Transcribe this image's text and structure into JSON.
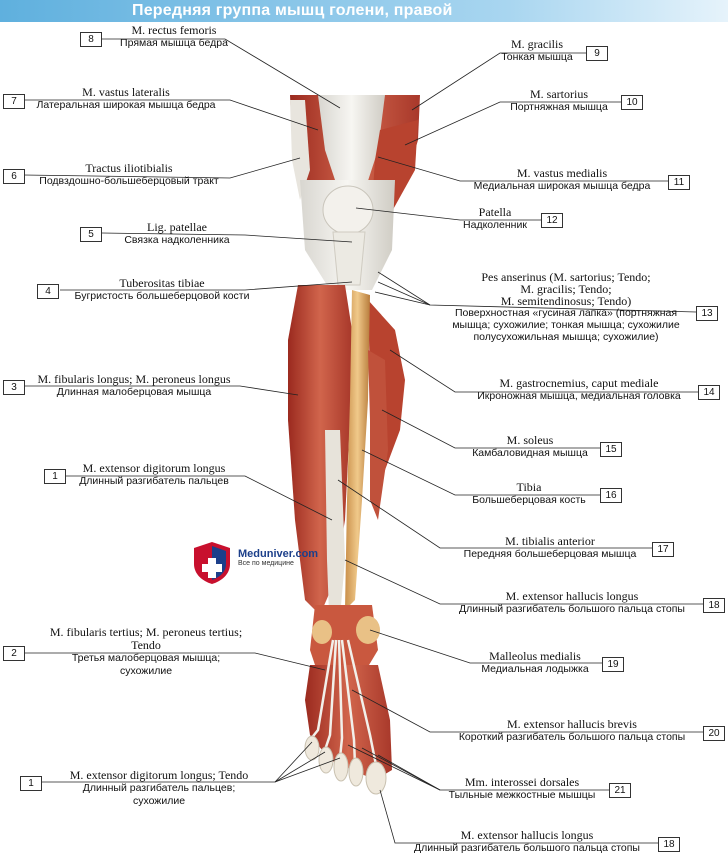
{
  "title": "Передняя группа мышц голени, правой",
  "logo": {
    "name": "Meduniver.com",
    "tagline": "Все по медицине"
  },
  "labels": [
    {
      "id": "8a",
      "num": "8",
      "la": "M. rectus femoris",
      "ru": "Прямая мышца бедра"
    },
    {
      "id": "9a",
      "num": "9",
      "la": "M. gracilis",
      "ru": "Тонкая мышца"
    },
    {
      "id": "7a",
      "num": "7",
      "la": "M. vastus lateralis",
      "ru": "Латеральная широкая мышца бедра"
    },
    {
      "id": "10a",
      "num": "10",
      "la": "M. sartorius",
      "ru": "Портняжная мышца"
    },
    {
      "id": "6a",
      "num": "6",
      "la": "Tractus iliotibialis",
      "ru": "Подвздошно-большеберцовый тракт"
    },
    {
      "id": "11a",
      "num": "11",
      "la": "M. vastus medialis",
      "ru": "Медиальная широкая мышца бедра"
    },
    {
      "id": "12a",
      "num": "12",
      "la": "Patella",
      "ru": "Надколенник"
    },
    {
      "id": "5a",
      "num": "5",
      "la": "Lig. patellae",
      "ru": "Связка надколенника"
    },
    {
      "id": "4a",
      "num": "4",
      "la": "Tuberositas tibiae",
      "ru": "Бугристость большеберцовой кости"
    },
    {
      "id": "13a",
      "num": "13",
      "la1": "Pes anserinus (M. sartorius; Tendo;",
      "la2": "M. gracilis; Tendo;",
      "la3": "M. semitendinosus; Tendo)",
      "ru1": "Поверхностная «гусиная лапка» (портняжная",
      "ru2": "мышца; сухожилие; тонкая мышца; сухожилие",
      "ru3": "полусухожильная мышца; сухожилие)"
    },
    {
      "id": "3a",
      "num": "3",
      "la": "M. fibularis longus; M. peroneus longus",
      "ru": "Длинная малоберцовая мышца"
    },
    {
      "id": "14a",
      "num": "14",
      "la": "M. gastrocnemius, caput mediale",
      "ru": "Икроножная мышца, медиальная головка"
    },
    {
      "id": "15a",
      "num": "15",
      "la": "M. soleus",
      "ru": "Камбаловидная мышца"
    },
    {
      "id": "1a",
      "num": "1",
      "la": "M. extensor digitorum longus",
      "ru": "Длинный разгибатель пальцев"
    },
    {
      "id": "16a",
      "num": "16",
      "la": "Tibia",
      "ru": "Большеберцовая кость"
    },
    {
      "id": "17a",
      "num": "17",
      "la": "M. tibialis anterior",
      "ru": "Передняя большеберцовая мышца"
    },
    {
      "id": "18a",
      "num": "18",
      "la": "M. extensor hallucis longus",
      "ru": "Длинный разгибатель большого пальца стопы"
    },
    {
      "id": "2a",
      "num": "2",
      "la1": "M. fibularis tertius; M. peroneus tertius;",
      "la2": "Tendo",
      "ru1": "Третья малоберцовая мышца;",
      "ru2": "сухожилие"
    },
    {
      "id": "19a",
      "num": "19",
      "la": "Malleolus medialis",
      "ru": "Медиальная лодыжка"
    },
    {
      "id": "20a",
      "num": "20",
      "la": "M. extensor hallucis brevis",
      "ru": "Короткий разгибатель большого пальца стопы"
    },
    {
      "id": "1b",
      "num": "1",
      "la": "M. extensor digitorum longus; Tendo",
      "ru1": "Длинный разгибатель пальцев;",
      "ru2": "сухожилие"
    },
    {
      "id": "21a",
      "num": "21",
      "la": "Mm. interossei dorsales",
      "ru": "Тыльные межкостные мышцы"
    },
    {
      "id": "18b",
      "num": "18",
      "la": "M. extensor hallucis longus",
      "ru": "Длинный разгибатель большого пальца стопы"
    }
  ]
}
